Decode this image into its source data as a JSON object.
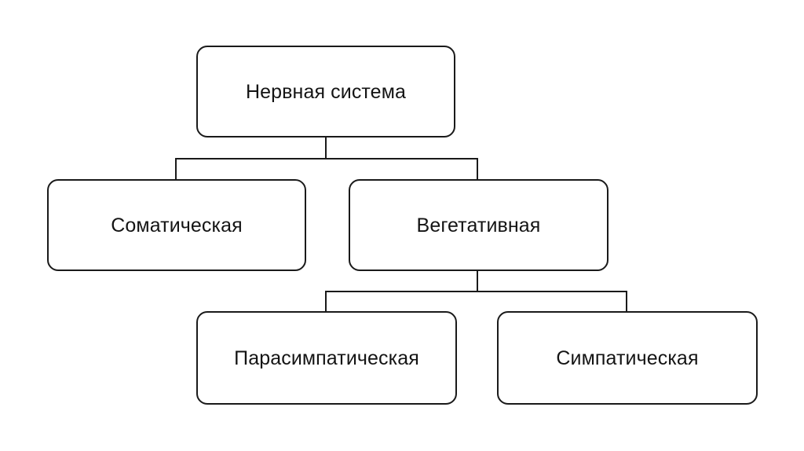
{
  "diagram": {
    "type": "hierarchy-tree",
    "orientation": "top-down",
    "title": "Нервная система",
    "stroke_color": "#1a1a1a",
    "fill_color": "#ffffff",
    "text_color": "#141414",
    "background_color": "#ffffff",
    "levels": 3,
    "nodes": [
      {
        "id": "root",
        "label": "Нервная система",
        "level": 1,
        "parent": null
      },
      {
        "id": "somatic",
        "label": "Соматическая",
        "level": 2,
        "parent": "root"
      },
      {
        "id": "autonomic",
        "label": "Вегетативная",
        "level": 2,
        "parent": "root"
      },
      {
        "id": "parasympathetic",
        "label": "Парасимпатическая",
        "level": 3,
        "parent": "autonomic"
      },
      {
        "id": "sympathetic",
        "label": "Симпатическая",
        "level": 3,
        "parent": "autonomic"
      }
    ],
    "edges": [
      {
        "from": "root",
        "to": "somatic"
      },
      {
        "from": "root",
        "to": "autonomic"
      },
      {
        "from": "autonomic",
        "to": "parasympathetic"
      },
      {
        "from": "autonomic",
        "to": "sympathetic"
      }
    ]
  }
}
